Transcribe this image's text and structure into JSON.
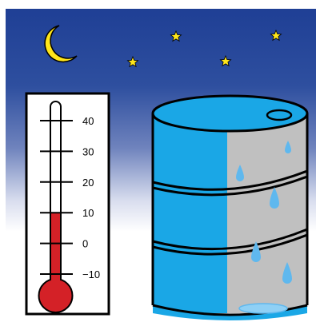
{
  "scene": {
    "sky_top": "#1f3f95",
    "sky_bottom": "#ffffff",
    "moon_color": "#ffe61a",
    "star_color": "#ffe61a",
    "icons": [
      "crescent-moon-icon",
      "star-icon",
      "thermometer-icon",
      "oil-drum-icon",
      "water-drop-icon",
      "water-puddle-icon"
    ]
  },
  "thermometer": {
    "tick_labels": [
      "40",
      "30",
      "20",
      "10",
      "0",
      "−10"
    ],
    "reading": 10,
    "scale_min": -10,
    "scale_max": 40,
    "mercury_color": "#d42127",
    "frame_color": "#000000"
  },
  "drum": {
    "left_color": "#1aa7e6",
    "right_color": "#c0c0c0",
    "drop_color": "#5fb8ee"
  }
}
